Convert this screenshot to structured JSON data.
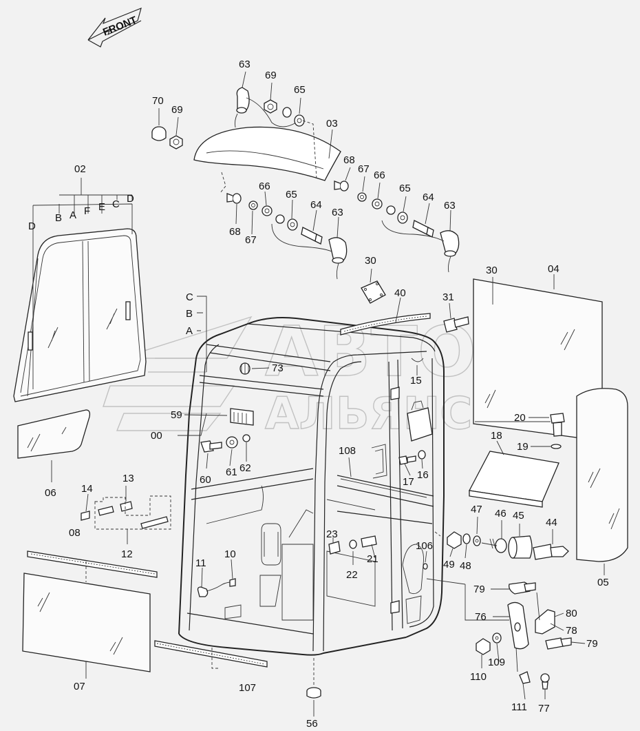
{
  "front_arrow": {
    "label": "FRONT"
  },
  "watermark": {
    "line1": "АВТО",
    "line2": "АЛЬЯНС"
  },
  "callouts": {
    "c63a": "63",
    "c69a": "69",
    "c65a": "65",
    "c70": "70",
    "c69b": "69",
    "c03": "03",
    "c68a": "68",
    "c67a": "67",
    "c66a": "66",
    "c66b": "66",
    "c65b": "65",
    "c65c": "65",
    "c64a": "64",
    "c64b": "64",
    "c63b": "63",
    "c63c": "63",
    "c68b": "68",
    "c67b": "67",
    "c02": "02",
    "c02D1": "D",
    "c02B": "B",
    "c02A": "A",
    "c02F": "F",
    "c02E": "E",
    "c02C": "C",
    "c02D2": "D",
    "c30a": "30",
    "c30b": "30",
    "c40": "40",
    "c31": "31",
    "c04": "04",
    "cC": "C",
    "cB": "B",
    "cA": "A",
    "c73": "73",
    "c15": "15",
    "c59": "59",
    "c00": "00",
    "c20": "20",
    "c18": "18",
    "c19": "19",
    "c60": "60",
    "c61": "61",
    "c62": "62",
    "c108": "108",
    "c17": "17",
    "c16": "16",
    "c06": "06",
    "c13": "13",
    "c14": "14",
    "c12": "12",
    "c08": "08",
    "c47": "47",
    "c46": "46",
    "c45": "45",
    "c44": "44",
    "c23": "23",
    "c21": "21",
    "c22": "22",
    "c106": "106",
    "c49": "49",
    "c48": "48",
    "c10": "10",
    "c11": "11",
    "c05": "05",
    "c79a": "79",
    "c80": "80",
    "c76": "76",
    "c78": "78",
    "c79b": "79",
    "c07": "07",
    "c107": "107",
    "c110": "110",
    "c109": "109",
    "c111": "111",
    "c77": "77",
    "c56": "56"
  }
}
